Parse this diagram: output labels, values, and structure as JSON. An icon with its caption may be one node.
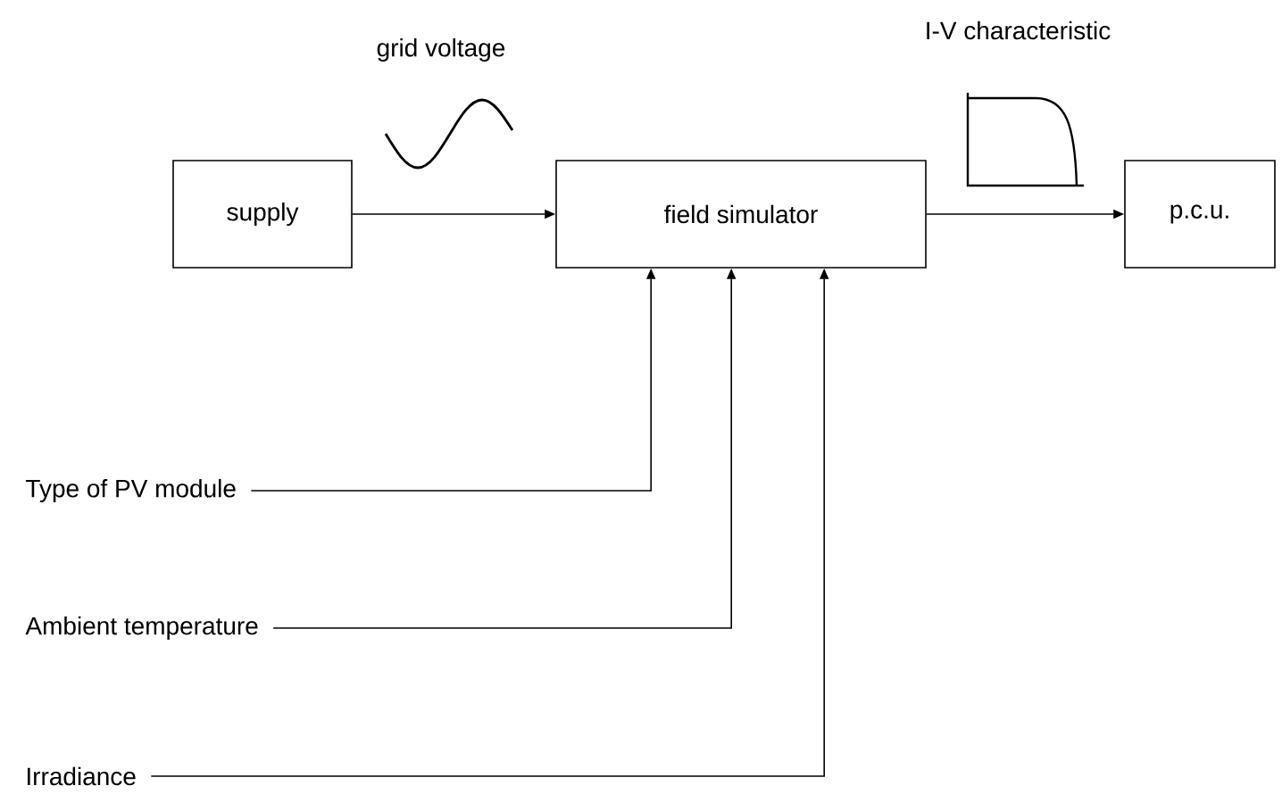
{
  "diagram": {
    "nodes": [
      {
        "text": [
          "supply"
        ]
      },
      {
        "text": [
          "field simulator"
        ]
      },
      {
        "text": [
          "p.c.u."
        ]
      },
      {
        "text": [
          "Type of PV module"
        ]
      },
      {
        "text": [
          "Ambient temperature"
        ]
      },
      {
        "text": [
          "Irradiance"
        ]
      }
    ],
    "edges": [
      {
        "from": 0,
        "to": 1,
        "arrow": "to"
      },
      {
        "from": 1,
        "to": 2,
        "arrow": "to"
      },
      {
        "from": 3,
        "to": 1,
        "arrow": "to"
      },
      {
        "from": 4,
        "to": 1,
        "arrow": "to"
      },
      {
        "from": 5,
        "to": 1,
        "arrow": "to"
      }
    ],
    "labels": [
      "grid voltage",
      "I-V characteristic"
    ]
  }
}
